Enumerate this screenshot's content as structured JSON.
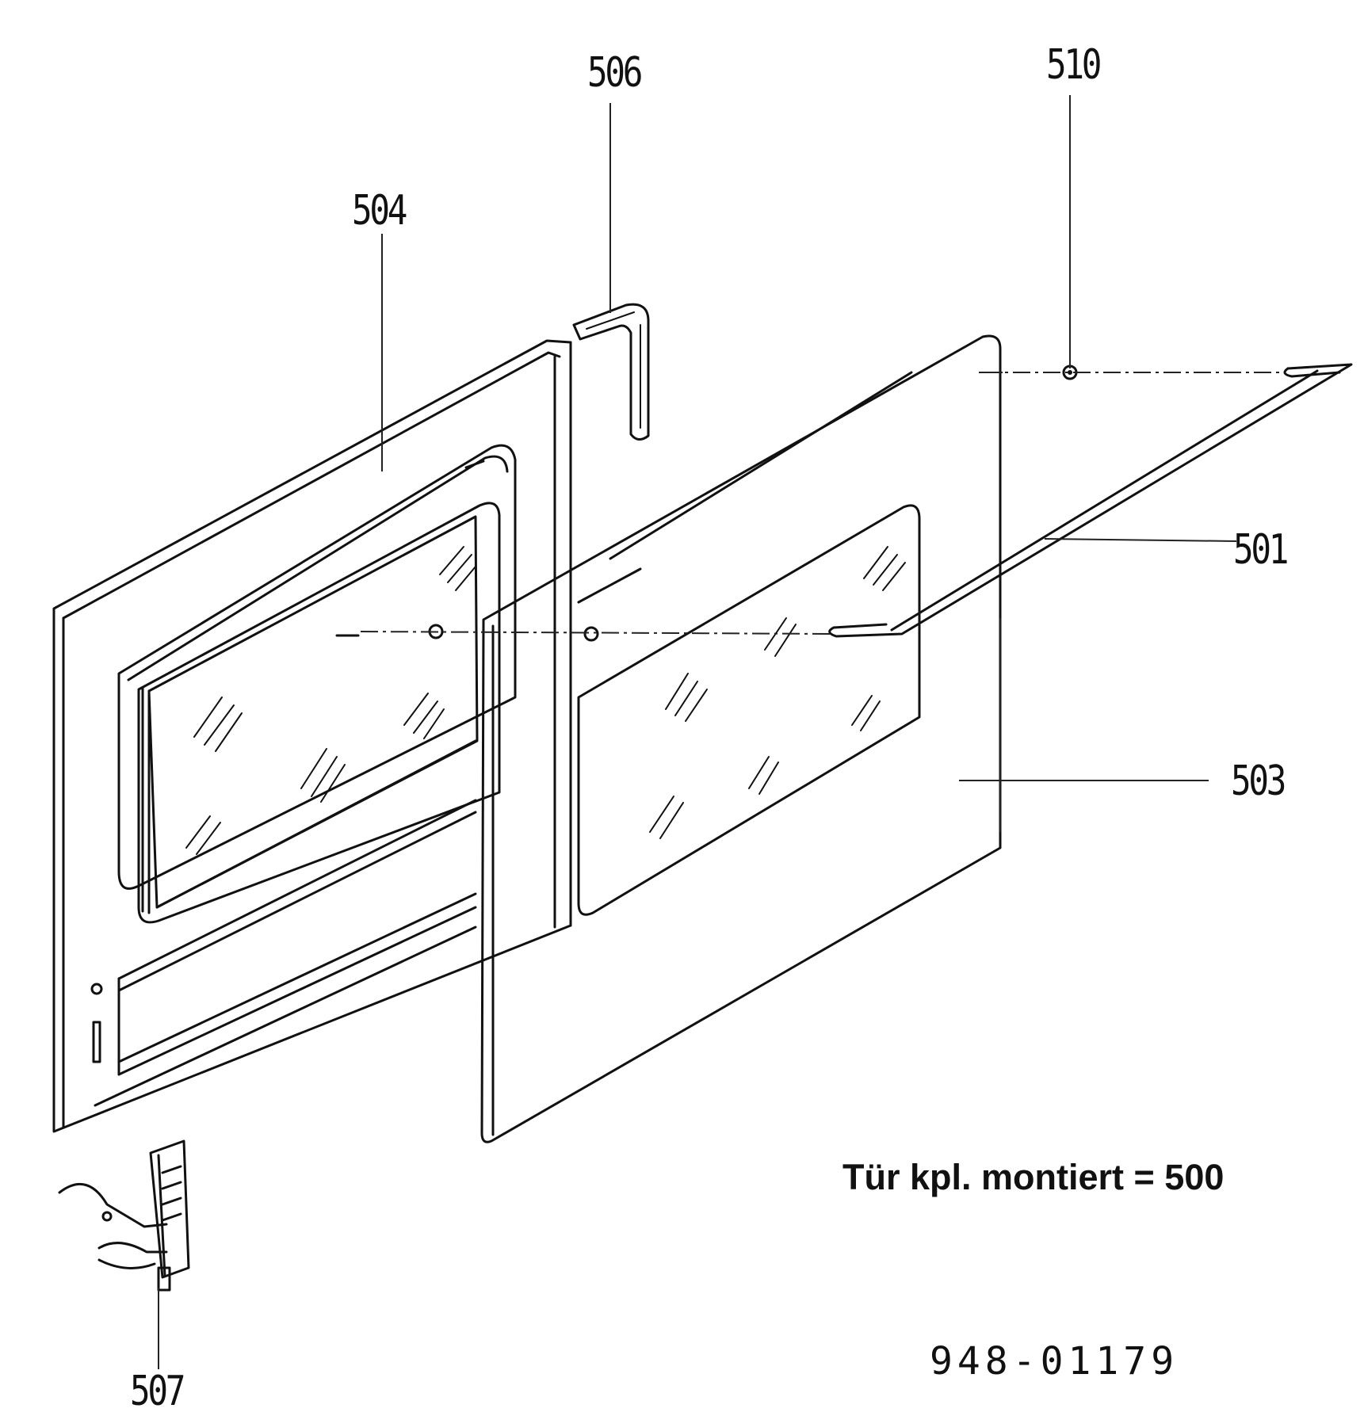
{
  "labels": {
    "part_501": "501",
    "part_503": "503",
    "part_504": "504",
    "part_506": "506",
    "part_507": "507",
    "part_510": "510"
  },
  "caption": "Tür kpl. montiert = 500",
  "doc_number": "948-01179"
}
